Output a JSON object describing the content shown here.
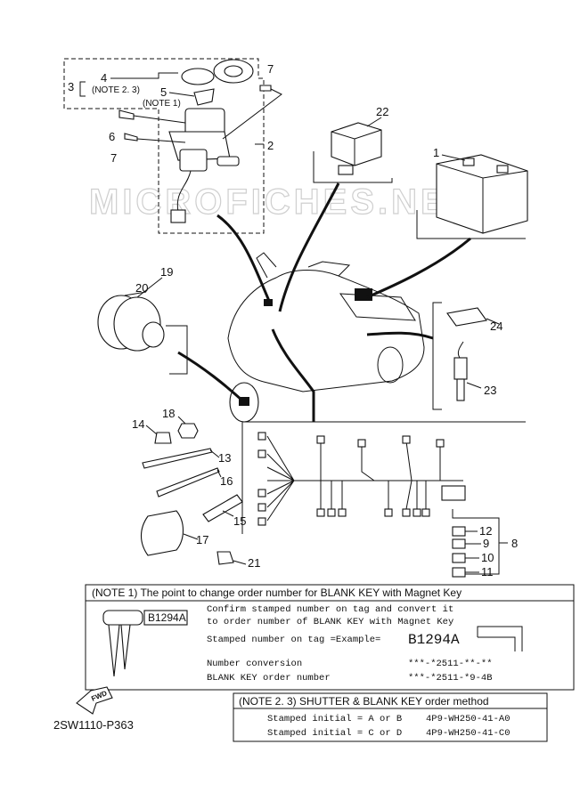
{
  "watermark": "MICROFICHES.NET",
  "callouts": {
    "c1": "1",
    "c2": "2",
    "c3": "3",
    "c4": "4",
    "c5": "5",
    "c6": "6",
    "c7a": "7",
    "c7b": "7",
    "c8": "8",
    "c9": "9",
    "c10": "10",
    "c11": "11",
    "c12": "12",
    "c13": "13",
    "c14": "14",
    "c15": "15",
    "c16": "16",
    "c17": "17",
    "c18": "18",
    "c19": "19",
    "c20": "20",
    "c21": "21",
    "c22": "22",
    "c23": "23",
    "c24": "24"
  },
  "ref_notes": {
    "note23": "(NOTE 2. 3)",
    "note1": "(NOTE 1)"
  },
  "note1": {
    "header": "(NOTE 1) The point to change order number for BLANK KEY with Magnet Key",
    "tag": "B1294A",
    "line1": "Confirm stamped number on tag and convert it",
    "line2": "to order number of BLANK KEY with Magnet Key",
    "stamped_label": "Stamped number on tag  =Example=",
    "example": "B1294A",
    "conv_label": "Number conversion",
    "conv_value": "***-*2511-**-**",
    "order_label": "BLANK KEY order number",
    "order_value": "***-*2511-*9-4B"
  },
  "note23": {
    "header": "(NOTE 2. 3) SHUTTER & BLANK KEY order method",
    "row1_label": "Stamped  initial = A or B",
    "row1_code": "4P9-WH250-41-A0",
    "row2_label": "Stamped  initial = C or D",
    "row2_code": "4P9-WH250-41-C0"
  },
  "fwd_label": "FWD",
  "diagram_code": "2SW1110-P363"
}
